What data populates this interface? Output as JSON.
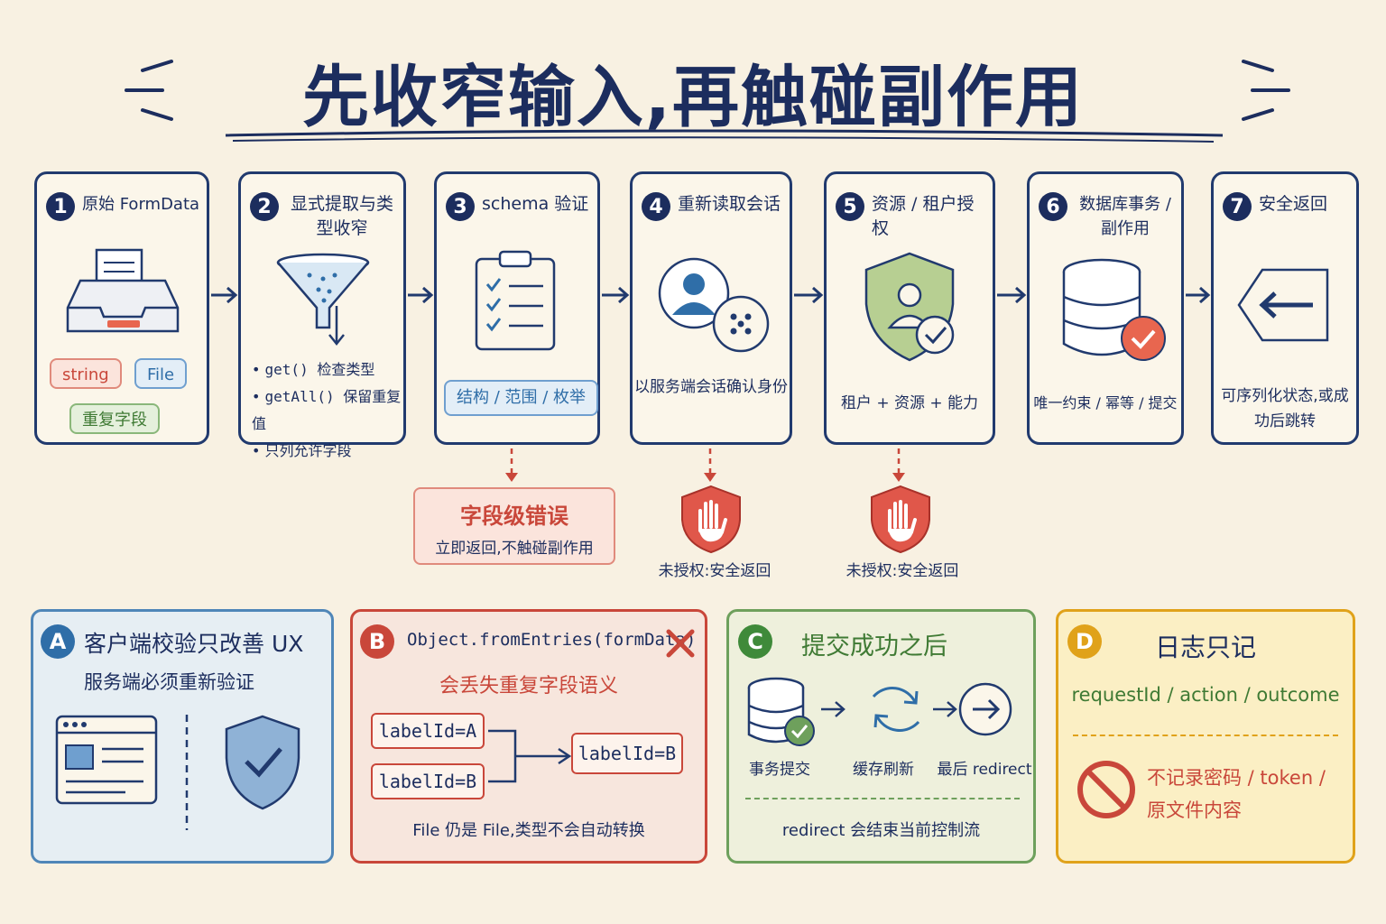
{
  "title": "先收窄输入,再触碰副作用",
  "steps": [
    {
      "num": "1",
      "title": "原始 FormData",
      "tags": [
        "string",
        "File",
        "重复字段"
      ]
    },
    {
      "num": "2",
      "title": "显式提取与类型收窄",
      "bullets": [
        "get() 检查类型",
        "getAll() 保留重复值",
        "只列允许字段"
      ]
    },
    {
      "num": "3",
      "title": "schema 验证",
      "tag": "结构 / 范围 / 枚举"
    },
    {
      "num": "4",
      "title": "重新读取会话",
      "caption": "以服务端会话确认身份"
    },
    {
      "num": "5",
      "title": "资源 / 租户授权",
      "caption": "租户 + 资源 + 能力"
    },
    {
      "num": "6",
      "title": "数据库事务 / 副作用",
      "caption": "唯一约束 / 幂等 / 提交"
    },
    {
      "num": "7",
      "title": "安全返回",
      "caption": "可序列化状态,或成功后跳转"
    }
  ],
  "errors": {
    "field_error_title": "字段级错误",
    "field_error_desc": "立即返回,不触碰副作用",
    "unauth_1": "未授权:安全返回",
    "unauth_2": "未授权:安全返回"
  },
  "panels": {
    "a": {
      "letter": "A",
      "title": "客户端校验只改善 UX",
      "subtitle": "服务端必须重新验证"
    },
    "b": {
      "letter": "B",
      "code": "Object.fromEntries(formData)",
      "warning": "会丢失重复字段语义",
      "inputs": [
        "labelId=A",
        "labelId=B"
      ],
      "output": "labelId=B",
      "note": "File 仍是 File,类型不会自动转换"
    },
    "c": {
      "letter": "C",
      "title": "提交成功之后",
      "flow": [
        "事务提交",
        "缓存刷新",
        "最后 redirect"
      ],
      "note": "redirect 会结束当前控制流"
    },
    "d": {
      "letter": "D",
      "title": "日志只记",
      "fields": "requestId / action / outcome",
      "forbidden_line1": "不记录密码 / token /",
      "forbidden_line2": "原文件内容"
    }
  },
  "colors": {
    "navy": "#1c2d5e",
    "red": "#c9473a",
    "green": "#3f8a3a",
    "blue": "#2f6ea8",
    "gold": "#e0a21a"
  }
}
